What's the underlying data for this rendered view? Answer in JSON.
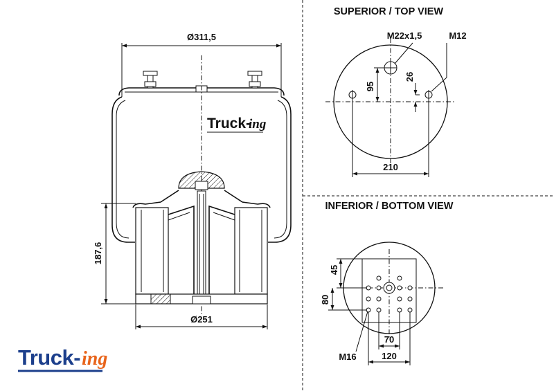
{
  "logo": {
    "main": "Truck-",
    "suffix": "ing"
  },
  "side_view": {
    "top_diameter": "Ø311,5",
    "height": "187,6",
    "bottom_diameter": "Ø251"
  },
  "top_view": {
    "title": "SUPERIOR / TOP VIEW",
    "air_fitting": "M22x1,5",
    "stud_thread": "M12",
    "offset_95": "95",
    "offset_26": "26",
    "stud_spacing": "210"
  },
  "bottom_view": {
    "title": "INFERIOR / BOTTOM VIEW",
    "dim_45": "45",
    "dim_80": "80",
    "thread": "M16",
    "dim_70": "70",
    "dim_120": "120"
  },
  "colors": {
    "logo_blue": "#1c3f8c",
    "logo_orange": "#e8641b",
    "ink": "#111111"
  }
}
